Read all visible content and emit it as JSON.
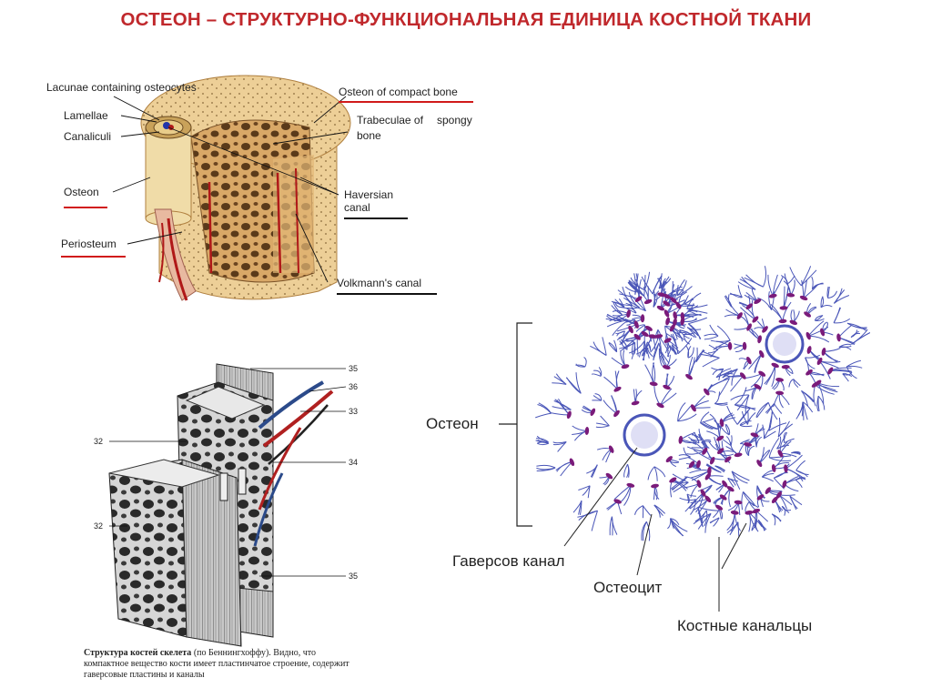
{
  "title": "ОСТЕОН – СТРУКТУРНО-ФУНКЦИОНАЛЬНАЯ ЕДИНИЦА КОСТНОЙ ТКАНИ",
  "top_diagram": {
    "labels": {
      "lacunae": "Lacunae containing osteocytes",
      "lamellae": "Lamellae",
      "canaliculi": "Canaliculi",
      "osteon": "Osteon",
      "periosteum": "Periosteum",
      "osteon_compact": "Osteon of compact bone",
      "trabeculae_1": "Trabeculae of",
      "trabeculae_spongy": "spongy",
      "trabeculae_2": "bone",
      "haversian_1": "Haversian",
      "haversian_2": "canal",
      "volkmann": "Volkmann's canal"
    },
    "colors": {
      "underline_red": "#d11a1a",
      "underline_black": "#111111",
      "bone": "#e8c48a",
      "vessel": "#b01818"
    }
  },
  "bottom_left_diagram": {
    "numbers": {
      "n35a": "35",
      "n36": "36",
      "n33": "33",
      "n32a": "32",
      "n34": "34",
      "n32b": "32",
      "n35b": "35"
    },
    "caption_bold": "Структура костей скелета",
    "caption_text": " (по Беннингхоффу). Видно, что компактное вещество кости имеет пластинчатое строение, содержит гаверсовые пластины и каналы"
  },
  "osteon_schematic": {
    "labels": {
      "osteon": "Остеон",
      "haversian_canal": "Гаверсов канал",
      "osteocyte": "Остеоцит",
      "canaliculi": "Костные канальцы"
    },
    "colors": {
      "canaliculi": "#4a56b8",
      "osteocyte": "#7a1b7a",
      "canal_fill": "#c9c9ee"
    }
  }
}
